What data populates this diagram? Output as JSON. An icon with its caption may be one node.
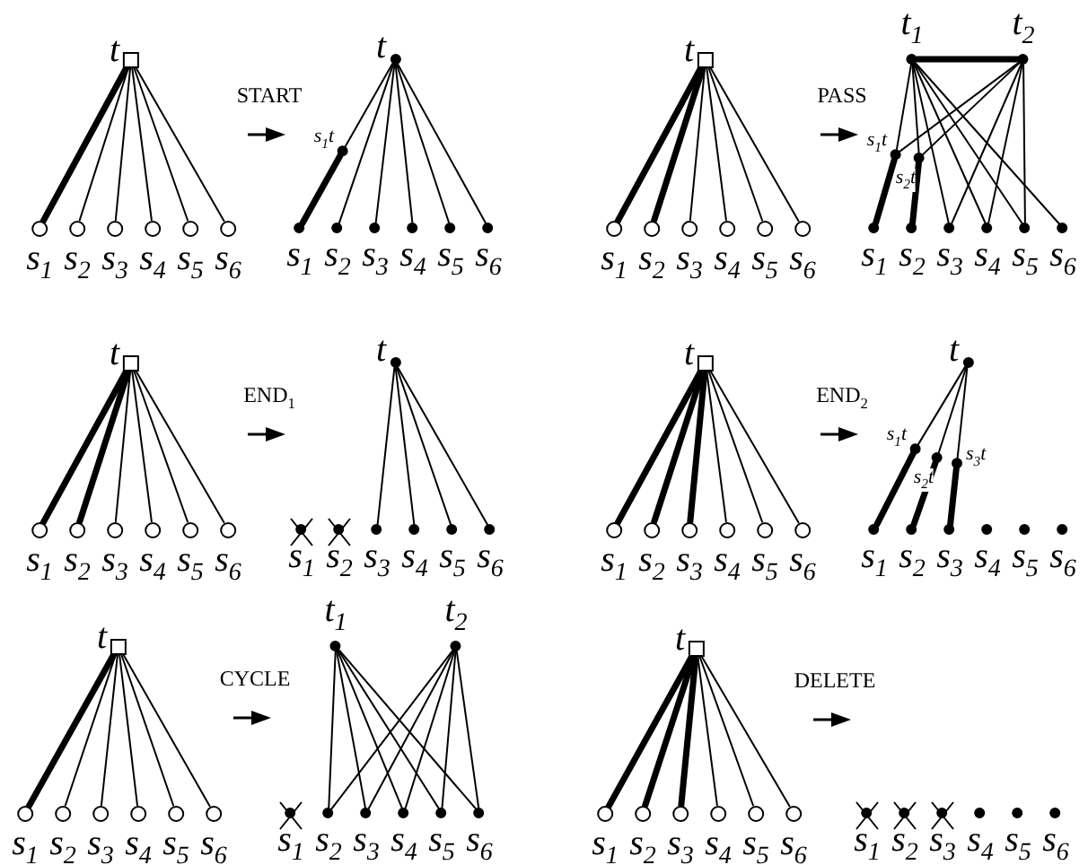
{
  "diagram": {
    "nodes": [
      {
        "text": [
          "t"
        ]
      },
      {
        "text": [
          "s$_{1}$"
        ]
      },
      {
        "text": [
          "s$_{2}$"
        ]
      },
      {
        "text": [
          "s$_{3}$"
        ]
      },
      {
        "text": [
          "s$_{4}$"
        ]
      },
      {
        "text": [
          "s$_{5}$"
        ]
      },
      {
        "text": [
          "s$_{6}$"
        ]
      },
      {
        "text": [
          "t"
        ]
      },
      {
        "text": [
          "s$_{1}$t"
        ]
      },
      {
        "text": [
          "s$_{1}$"
        ]
      },
      {
        "text": [
          "s$_{2}$"
        ]
      },
      {
        "text": [
          "s$_{3}$"
        ]
      },
      {
        "text": [
          "s$_{4}$"
        ]
      },
      {
        "text": [
          "s$_{5}$"
        ]
      },
      {
        "text": [
          "s$_{6}$"
        ]
      },
      {
        "text": [
          "t"
        ]
      },
      {
        "text": [
          "s$_{1}$"
        ]
      },
      {
        "text": [
          "s$_{2}$"
        ]
      },
      {
        "text": [
          "s$_{3}$"
        ]
      },
      {
        "text": [
          "s$_{4}$"
        ]
      },
      {
        "text": [
          "s$_{5}$"
        ]
      },
      {
        "text": [
          "s$_{6}$"
        ]
      },
      {
        "text": [
          "t$_{1}$"
        ]
      },
      {
        "text": [
          "t$_{2}$"
        ]
      },
      {
        "text": [
          "s$_{1}$t"
        ]
      },
      {
        "text": [
          "s$_{2}$t"
        ]
      },
      {
        "text": [
          "s$_{1}$"
        ]
      },
      {
        "text": [
          "s$_{2}$"
        ]
      },
      {
        "text": [
          "s$_{3}$"
        ]
      },
      {
        "text": [
          "s$_{4}$"
        ]
      },
      {
        "text": [
          "s$_{5}$"
        ]
      },
      {
        "text": [
          "s$_{6}$"
        ]
      },
      {
        "text": [
          "t"
        ]
      },
      {
        "text": [
          "s$_{1}$"
        ]
      },
      {
        "text": [
          "s$_{2}$"
        ]
      },
      {
        "text": [
          "s$_{3}$"
        ]
      },
      {
        "text": [
          "s$_{4}$"
        ]
      },
      {
        "text": [
          "s$_{5}$"
        ]
      },
      {
        "text": [
          "s$_{6}$"
        ]
      },
      {
        "text": [
          "t"
        ]
      },
      {
        "text": [
          "s$_{1}$"
        ]
      },
      {
        "text": [
          "s$_{2}$"
        ]
      },
      {
        "text": [
          "s$_{3}$"
        ]
      },
      {
        "text": [
          "s$_{4}$"
        ]
      },
      {
        "text": [
          "s$_{5}$"
        ]
      },
      {
        "text": [
          "s$_{6}$"
        ]
      },
      {
        "text": [
          "t"
        ]
      },
      {
        "text": [
          "s$_{1}$"
        ]
      },
      {
        "text": [
          "s$_{2}$"
        ]
      },
      {
        "text": [
          "s$_{3}$"
        ]
      },
      {
        "text": [
          "s$_{4}$"
        ]
      },
      {
        "text": [
          "s$_{5}$"
        ]
      },
      {
        "text": [
          "s$_{6}$"
        ]
      },
      {
        "text": [
          "t"
        ]
      },
      {
        "text": [
          "s$_{1}$t"
        ]
      },
      {
        "text": [
          "s$_{2}$t"
        ]
      },
      {
        "text": [
          "s$_{3}$t"
        ]
      },
      {
        "text": [
          "s$_{1}$"
        ]
      },
      {
        "text": [
          "s$_{2}$"
        ]
      },
      {
        "text": [
          "s$_{3}$"
        ]
      },
      {
        "text": [
          "s$_{4}$"
        ]
      },
      {
        "text": [
          "s$_{5}$"
        ]
      },
      {
        "text": [
          "s$_{6}$"
        ]
      },
      {
        "text": [
          "t"
        ]
      },
      {
        "text": [
          "s$_{1}$"
        ]
      },
      {
        "text": [
          "s$_{2}$"
        ]
      },
      {
        "text": [
          "s$_{3}$"
        ]
      },
      {
        "text": [
          "s$_{4}$"
        ]
      },
      {
        "text": [
          "s$_{5}$"
        ]
      },
      {
        "text": [
          "s$_{6}$"
        ]
      },
      {
        "text": [
          "t$_{1}$"
        ]
      },
      {
        "text": [
          "t$_{2}$"
        ]
      },
      {
        "text": [
          "s$_{1}$"
        ]
      },
      {
        "text": [
          "s$_{2}$"
        ]
      },
      {
        "text": [
          "s$_{3}$"
        ]
      },
      {
        "text": [
          "s$_{4}$"
        ]
      },
      {
        "text": [
          "s$_{5}$"
        ]
      },
      {
        "text": [
          "s$_{6}$"
        ]
      },
      {
        "text": [
          "t"
        ]
      },
      {
        "text": [
          "s$_{1}$"
        ]
      },
      {
        "text": [
          "s$_{2}$"
        ]
      },
      {
        "text": [
          "s$_{3}$"
        ]
      },
      {
        "text": [
          "s$_{4}$"
        ]
      },
      {
        "text": [
          "s$_{5}$"
        ]
      },
      {
        "text": [
          "s$_{6}$"
        ]
      },
      {
        "text": [
          "s$_{1}$"
        ]
      },
      {
        "text": [
          "s$_{2}$"
        ]
      },
      {
        "text": [
          "s$_{3}$"
        ]
      },
      {
        "text": [
          "s$_{4}$"
        ]
      },
      {
        "text": [
          "s$_{5}$"
        ]
      },
      {
        "text": [
          "s$_{6}$"
        ]
      }
    ],
    "edges": [
      {
        "from": 0,
        "to": 1,
        "arrow": "none",
        "style": "thick"
      },
      {
        "from": 0,
        "to": 2,
        "arrow": "none"
      },
      {
        "from": 0,
        "to": 3,
        "arrow": "none"
      },
      {
        "from": 0,
        "to": 4,
        "arrow": "none"
      },
      {
        "from": 0,
        "to": 5,
        "arrow": "none"
      },
      {
        "from": 0,
        "to": 6,
        "arrow": "none"
      },
      {
        "from": 7,
        "to": 8,
        "arrow": "none"
      },
      {
        "from": 8,
        "to": 9,
        "arrow": "none",
        "style": "thick"
      },
      {
        "from": 7,
        "to": 10,
        "arrow": "none"
      },
      {
        "from": 7,
        "to": 11,
        "arrow": "none"
      },
      {
        "from": 7,
        "to": 12,
        "arrow": "none"
      },
      {
        "from": 7,
        "to": 13,
        "arrow": "none"
      },
      {
        "from": 7,
        "to": 14,
        "arrow": "none"
      },
      {
        "from": 15,
        "to": 16,
        "arrow": "none",
        "style": "thick"
      },
      {
        "from": 15,
        "to": 17,
        "arrow": "none",
        "style": "thick"
      },
      {
        "from": 15,
        "to": 18,
        "arrow": "none"
      },
      {
        "from": 15,
        "to": 19,
        "arrow": "none"
      },
      {
        "from": 15,
        "to": 20,
        "arrow": "none"
      },
      {
        "from": 15,
        "to": 21,
        "arrow": "none"
      },
      {
        "from": 22,
        "to": 23,
        "arrow": "none",
        "style": "thick"
      },
      {
        "from": 22,
        "to": 24,
        "arrow": "none"
      },
      {
        "from": 22,
        "to": 25,
        "arrow": "none"
      },
      {
        "from": 22,
        "to": 28,
        "arrow": "none"
      },
      {
        "from": 22,
        "to": 29,
        "arrow": "none"
      },
      {
        "from": 22,
        "to": 30,
        "arrow": "none"
      },
      {
        "from": 22,
        "to": 31,
        "arrow": "none"
      },
      {
        "from": 23,
        "to": 24,
        "arrow": "none"
      },
      {
        "from": 23,
        "to": 25,
        "arrow": "none"
      },
      {
        "from": 23,
        "to": 28,
        "arrow": "none"
      },
      {
        "from": 23,
        "to": 29,
        "arrow": "none"
      },
      {
        "from": 23,
        "to": 30,
        "arrow": "none"
      },
      {
        "from": 24,
        "to": 26,
        "arrow": "none",
        "style": "thick"
      },
      {
        "from": 25,
        "to": 27,
        "arrow": "none",
        "style": "thick"
      },
      {
        "from": 32,
        "to": 33,
        "arrow": "none",
        "style": "thick"
      },
      {
        "from": 32,
        "to": 34,
        "arrow": "none",
        "style": "thick"
      },
      {
        "from": 32,
        "to": 35,
        "arrow": "none"
      },
      {
        "from": 32,
        "to": 36,
        "arrow": "none"
      },
      {
        "from": 32,
        "to": 37,
        "arrow": "none"
      },
      {
        "from": 32,
        "to": 38,
        "arrow": "none"
      },
      {
        "from": 39,
        "to": 42,
        "arrow": "none"
      },
      {
        "from": 39,
        "to": 43,
        "arrow": "none"
      },
      {
        "from": 39,
        "to": 44,
        "arrow": "none"
      },
      {
        "from": 39,
        "to": 45,
        "arrow": "none"
      },
      {
        "from": 46,
        "to": 47,
        "arrow": "none",
        "style": "thick"
      },
      {
        "from": 46,
        "to": 48,
        "arrow": "none",
        "style": "thick"
      },
      {
        "from": 46,
        "to": 49,
        "arrow": "none",
        "style": "thick"
      },
      {
        "from": 46,
        "to": 50,
        "arrow": "none"
      },
      {
        "from": 46,
        "to": 51,
        "arrow": "none"
      },
      {
        "from": 46,
        "to": 52,
        "arrow": "none"
      },
      {
        "from": 53,
        "to": 54,
        "arrow": "none"
      },
      {
        "from": 53,
        "to": 55,
        "arrow": "none"
      },
      {
        "from": 53,
        "to": 56,
        "arrow": "none"
      },
      {
        "from": 54,
        "to": 57,
        "arrow": "none",
        "style": "thick"
      },
      {
        "from": 55,
        "to": 58,
        "arrow": "none",
        "style": "thick"
      },
      {
        "from": 56,
        "to": 59,
        "arrow": "none",
        "style": "thick"
      },
      {
        "from": 63,
        "to": 64,
        "arrow": "none",
        "style": "thick"
      },
      {
        "from": 63,
        "to": 65,
        "arrow": "none"
      },
      {
        "from": 63,
        "to": 66,
        "arrow": "none"
      },
      {
        "from": 63,
        "to": 67,
        "arrow": "none"
      },
      {
        "from": 63,
        "to": 68,
        "arrow": "none"
      },
      {
        "from": 63,
        "to": 69,
        "arrow": "none"
      },
      {
        "from": 70,
        "to": 73,
        "arrow": "none"
      },
      {
        "from": 70,
        "to": 74,
        "arrow": "none"
      },
      {
        "from": 70,
        "to": 75,
        "arrow": "none"
      },
      {
        "from": 70,
        "to": 76,
        "arrow": "none"
      },
      {
        "from": 70,
        "to": 77,
        "arrow": "none"
      },
      {
        "from": 71,
        "to": 73,
        "arrow": "none"
      },
      {
        "from": 71,
        "to": 74,
        "arrow": "none"
      },
      {
        "from": 71,
        "to": 75,
        "arrow": "none"
      },
      {
        "from": 71,
        "to": 76,
        "arrow": "none"
      },
      {
        "from": 71,
        "to": 77,
        "arrow": "none"
      },
      {
        "from": 78,
        "to": 79,
        "arrow": "none",
        "style": "thick"
      },
      {
        "from": 78,
        "to": 80,
        "arrow": "none",
        "style": "thick"
      },
      {
        "from": 78,
        "to": 81,
        "arrow": "none",
        "style": "thick"
      },
      {
        "from": 78,
        "to": 82,
        "arrow": "none"
      },
      {
        "from": 78,
        "to": 83,
        "arrow": "none"
      },
      {
        "from": 78,
        "to": 84,
        "arrow": "none"
      }
    ],
    "labels": [
      "START",
      "PASS",
      "END$_{1}$",
      "END$_{2}$",
      "CYCLE",
      "DELETE"
    ]
  }
}
